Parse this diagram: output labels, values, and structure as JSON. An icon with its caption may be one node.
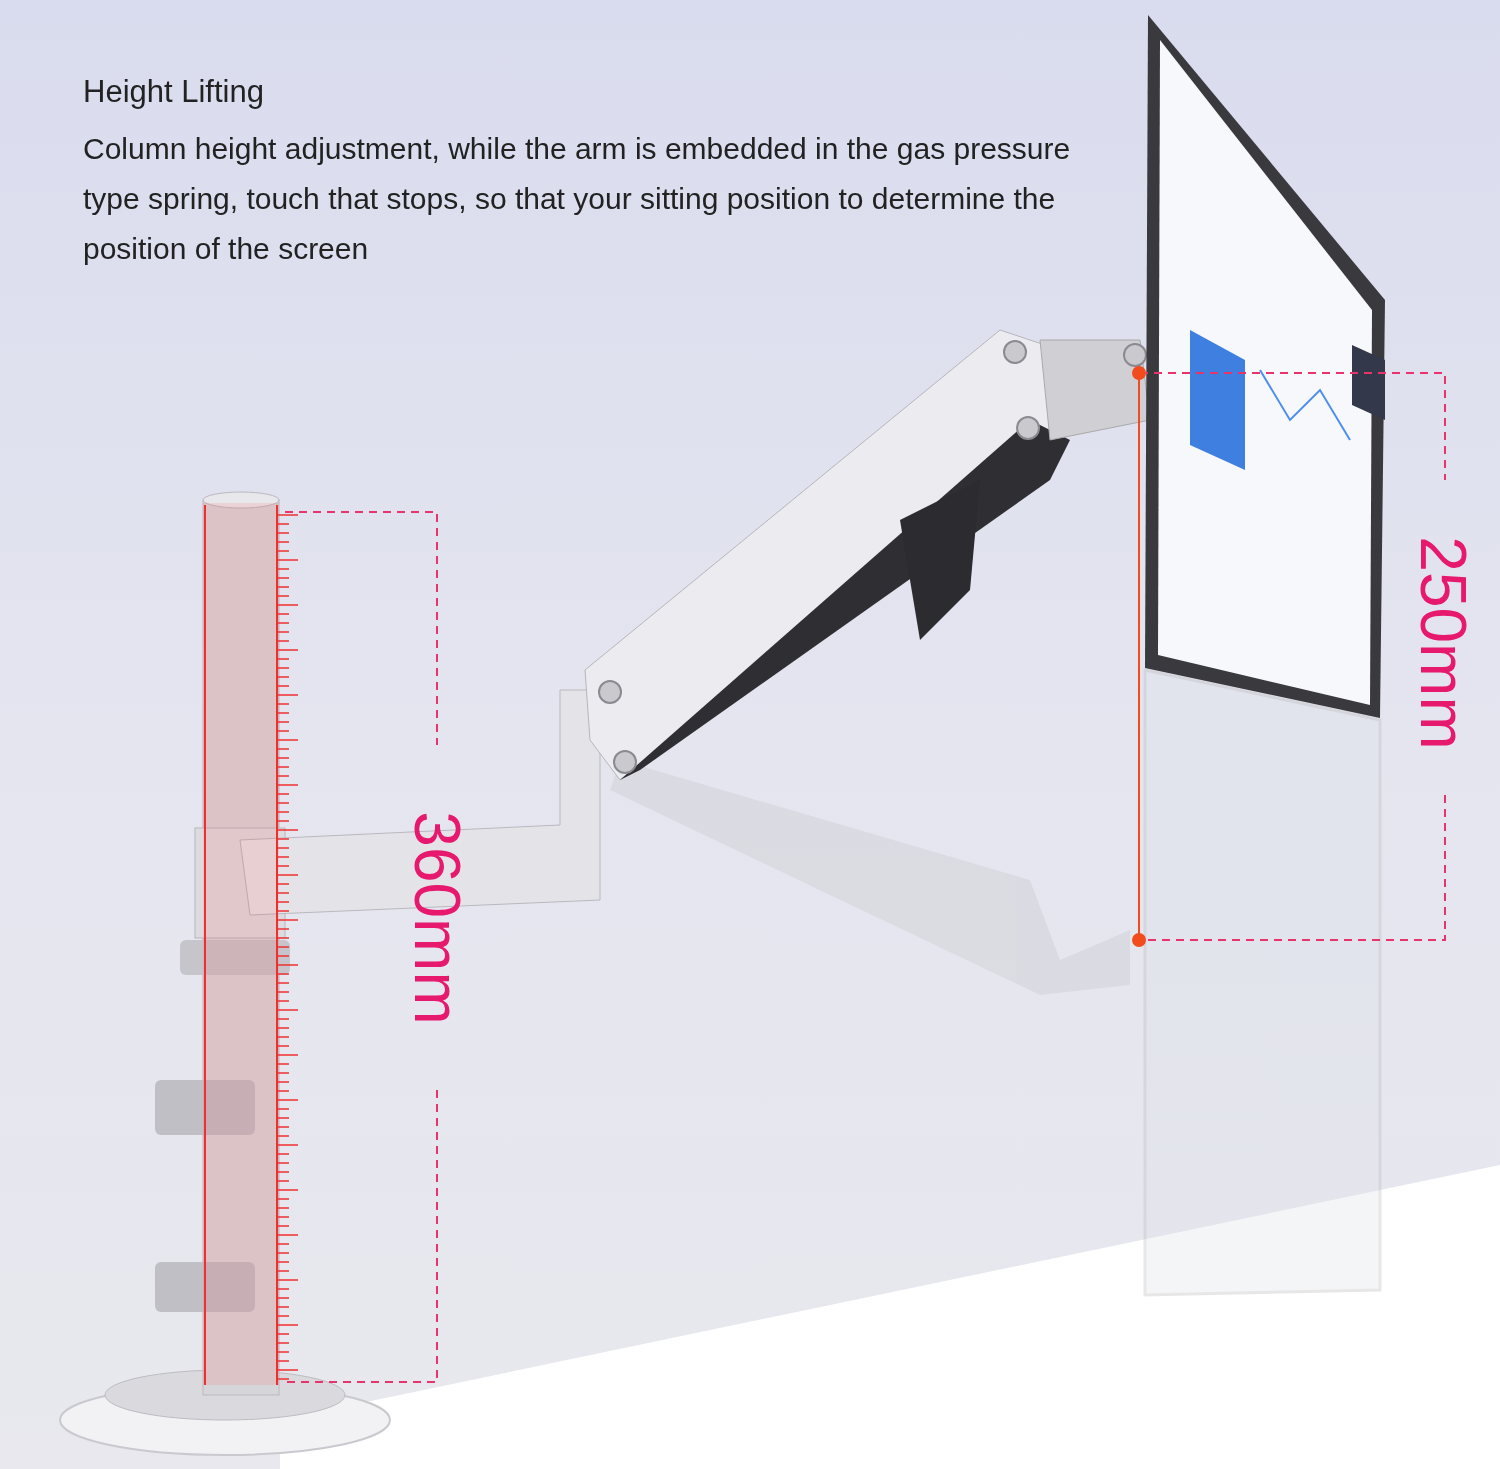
{
  "diagram": {
    "labels": [
      "Height Lifting",
      "Column height adjustment, while the arm is embedded in the gas pressure type spring, touch that stops, so that your sitting position to determine the position of the screen",
      "360mm",
      "250mm"
    ]
  }
}
